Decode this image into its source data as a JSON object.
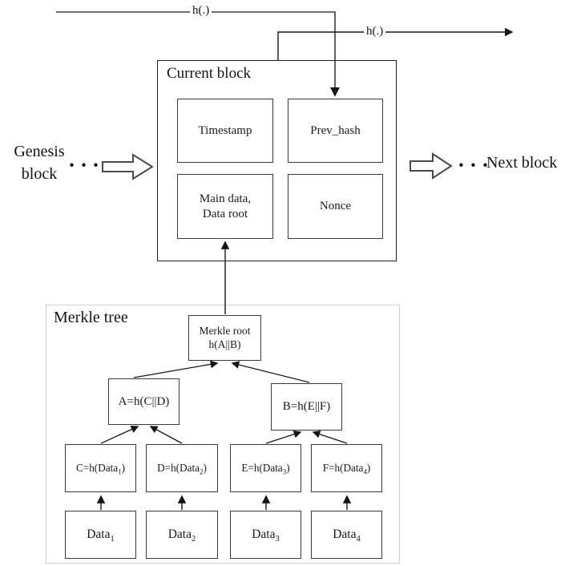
{
  "hash_chain": {
    "top_label": "h(.)",
    "mid_label": "h(.)"
  },
  "genesis": {
    "line1": "Genesis",
    "line2": "block",
    "dots": "···"
  },
  "next": {
    "dots": "···",
    "label": "Next block"
  },
  "current_block": {
    "title": "Current block",
    "timestamp": "Timestamp",
    "prev_hash": "Prev_hash",
    "main_data_line1": "Main data,",
    "main_data_line2": "Data root",
    "nonce": "Nonce"
  },
  "merkle": {
    "title": "Merkle tree",
    "root_line1": "Merkle root",
    "root_line2": "h(A||B)",
    "node_a": "A=h(C||D)",
    "node_b": "B=h(E||F)",
    "leaves": [
      {
        "pre": "C=h(Data",
        "sub": "1",
        "post": ")"
      },
      {
        "pre": "D=h(Data",
        "sub": "2",
        "post": ")"
      },
      {
        "pre": "E=h(Data",
        "sub": "3",
        "post": ")"
      },
      {
        "pre": "F=h(Data",
        "sub": "4",
        "post": ")"
      }
    ],
    "data_nodes": [
      {
        "pre": "Data",
        "sub": "1"
      },
      {
        "pre": "Data",
        "sub": "2"
      },
      {
        "pre": "Data",
        "sub": "3"
      },
      {
        "pre": "Data",
        "sub": "4"
      }
    ]
  },
  "colors": {
    "line": "#2b2b2b",
    "box_border": "#3a3a3a",
    "merkle_border": "#cfcfcf"
  }
}
